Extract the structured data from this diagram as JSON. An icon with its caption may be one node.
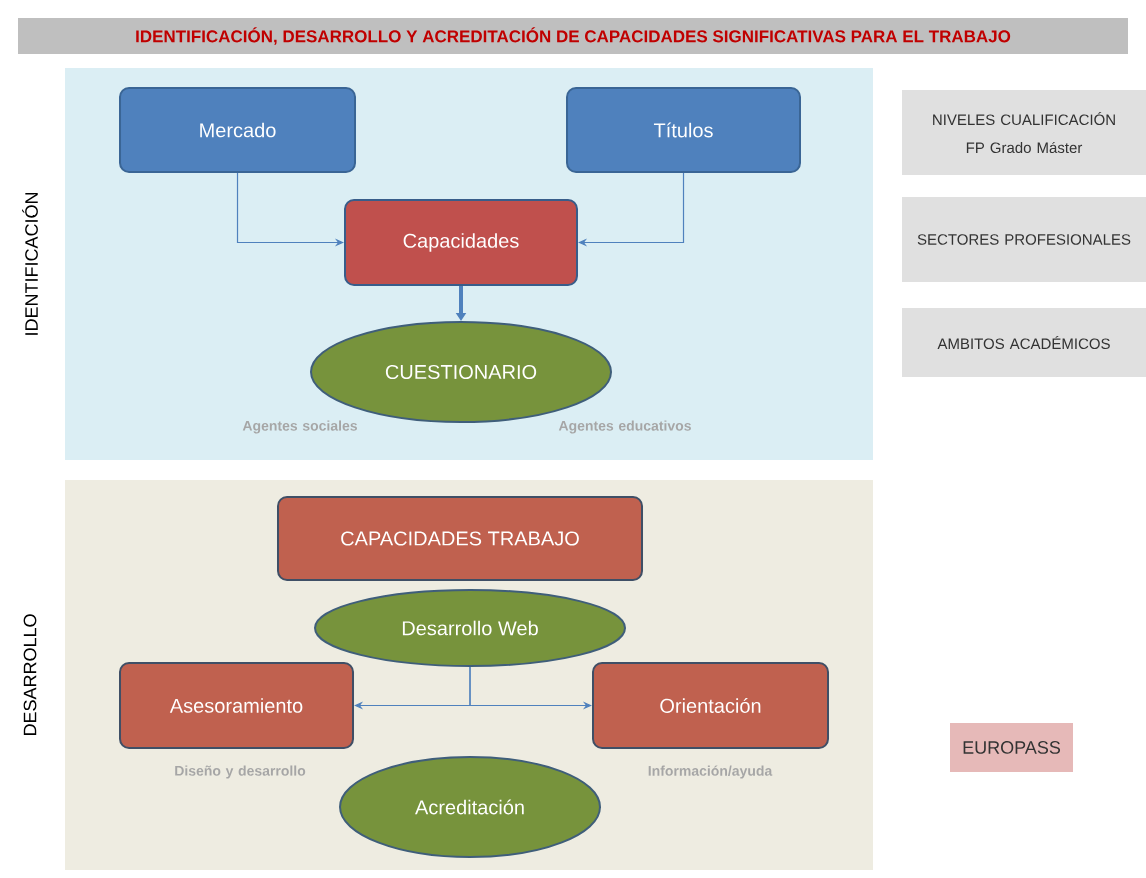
{
  "diagram": {
    "title": "IDENTIFICACIÓN, DESARROLLO Y ACREDITACIÓN DE CAPACIDADES SIGNIFICATIVAS PARA EL TRABAJO",
    "nodes": [
      {
        "text": [
          "IDENTIFICACIÓN"
        ]
      },
      {
        "text": [
          "Mercado"
        ],
        "in": 0
      },
      {
        "text": [
          "Títulos"
        ],
        "in": 0
      },
      {
        "text": [
          "Capacidades"
        ],
        "in": 0
      },
      {
        "text": [
          "CUESTIONARIO"
        ],
        "in": 0,
        "beside": [
          "Agentes sociales",
          "Agentes educativos"
        ]
      },
      {
        "text": [
          "DESARROLLO"
        ]
      },
      {
        "text": [
          "CAPACIDADES TRABAJO"
        ],
        "in": 5
      },
      {
        "text": [
          "Desarrollo Web"
        ],
        "in": 5
      },
      {
        "text": [
          "Asesoramiento"
        ],
        "in": 5,
        "beside": [
          "Diseño y desarrollo"
        ]
      },
      {
        "text": [
          "Orientación"
        ],
        "in": 5,
        "beside": [
          "Información/ayuda"
        ]
      },
      {
        "text": [
          "Acreditación"
        ],
        "in": 5
      },
      {
        "text": [
          "NIVELES CUALIFICACIÓN",
          "FP Grado Máster"
        ]
      },
      {
        "text": [
          "SECTORES PROFESIONALES"
        ]
      },
      {
        "text": [
          "AMBITOS ACADÉMICOS"
        ]
      },
      {
        "text": [
          "EUROPASS"
        ]
      }
    ],
    "edges": [
      {
        "from": 1,
        "to": 3,
        "arrow": "to"
      },
      {
        "from": 2,
        "to": 3,
        "arrow": "to"
      },
      {
        "from": 3,
        "to": 4,
        "arrow": "to",
        "style": "thick"
      },
      {
        "from": 7,
        "to": 8,
        "arrow": "to"
      },
      {
        "from": 7,
        "to": 9,
        "arrow": "to"
      }
    ]
  }
}
